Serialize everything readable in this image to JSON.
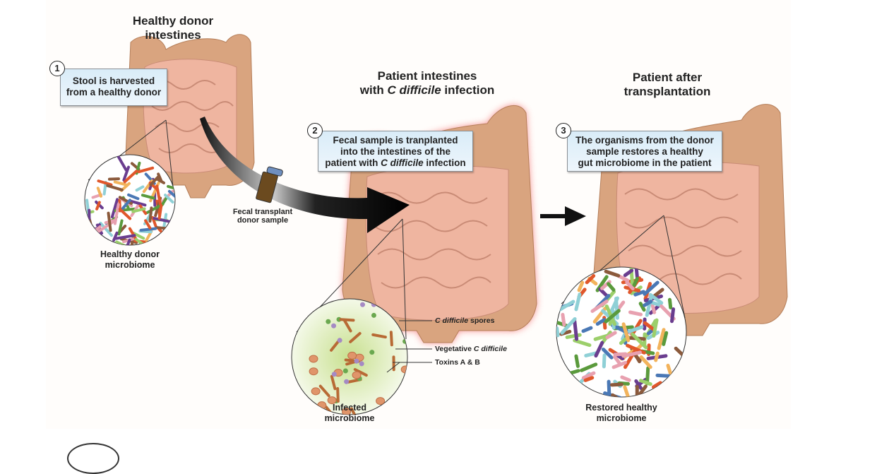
{
  "panels": [
    {
      "title_lines": [
        "Healthy donor",
        "intestines"
      ],
      "step": "1",
      "callout_lines": [
        "Stool is harvested",
        "from a healthy donor"
      ],
      "microbiome_label_lines": [
        "Healthy donor",
        "microbiome"
      ]
    },
    {
      "title_line1": "Patient intestines",
      "title_line2_pre": "with ",
      "title_line2_italic": "C difficile",
      "title_line2_post": " infection",
      "step": "2",
      "callout_line1": "Fecal sample is tranplanted",
      "callout_line2": "into the intestines of the",
      "callout_line3_pre": "patient with ",
      "callout_line3_italic": "C difficile",
      "callout_line3_post": " infection",
      "microbiome_label_lines": [
        "Infected",
        "microbiome"
      ],
      "legend": [
        {
          "italic": "C difficile",
          "text": " spores"
        },
        {
          "text": "Vegetative ",
          "italic": "C difficile"
        },
        {
          "text": "Toxins A & B"
        }
      ]
    },
    {
      "title_lines": [
        "Patient after",
        "transplantation"
      ],
      "step": "3",
      "callout_lines": [
        "The organisms from the donor",
        "sample restores a healthy",
        "gut microbiome in the patient"
      ],
      "microbiome_label_lines": [
        "Restored healthy",
        "microbiome"
      ]
    }
  ],
  "donor_sample_label_lines": [
    "Fecal transplant",
    "donor sample"
  ],
  "colors": {
    "intestine_tissue": "#e9a98f",
    "colon": "#d8a27c",
    "infection_glow": "#f25a5a",
    "callout_fill": "#dcedf8",
    "infected_bg": "#cfe6a0",
    "spore": "#e0956a",
    "rod": "#b86a35",
    "toxin_green": "#6aa84f",
    "toxin_purple": "#a58ac4"
  }
}
